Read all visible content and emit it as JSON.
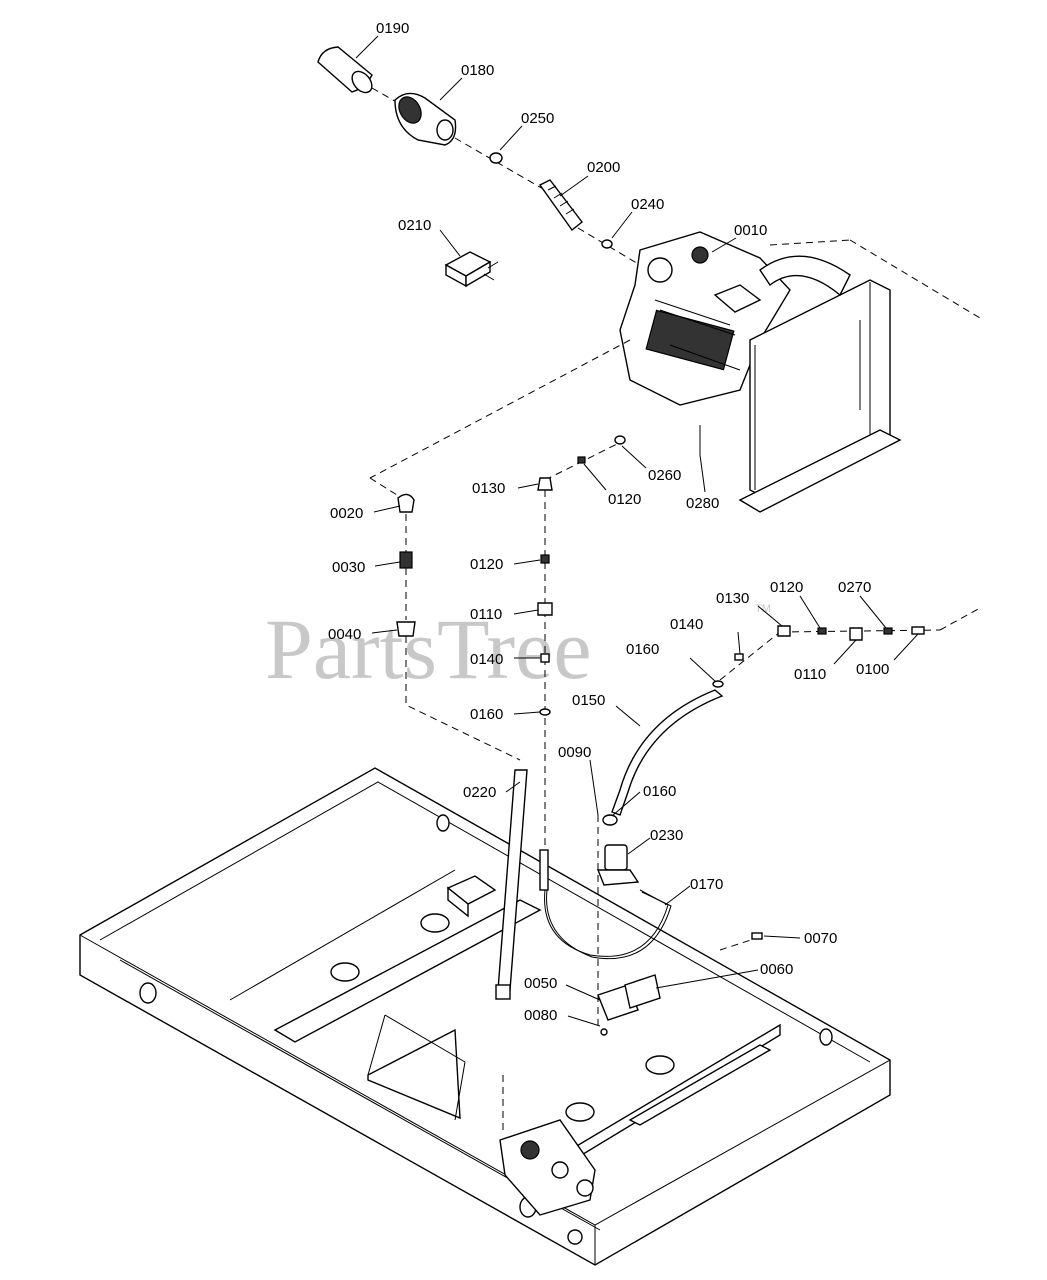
{
  "watermark": {
    "text": "PartsTree",
    "tm": "TM"
  },
  "callouts": [
    "0190",
    "0180",
    "0250",
    "0200",
    "0240",
    "0210",
    "0010",
    "0260",
    "0120",
    "0130",
    "0280",
    "0020",
    "0030",
    "0120",
    "0110",
    "0040",
    "0140",
    "0160",
    "0130",
    "0120",
    "0270",
    "0140",
    "0160",
    "0110",
    "0100",
    "0150",
    "0090",
    "0160",
    "0220",
    "0230",
    "0170",
    "0070",
    "0050",
    "0060",
    "0080"
  ]
}
